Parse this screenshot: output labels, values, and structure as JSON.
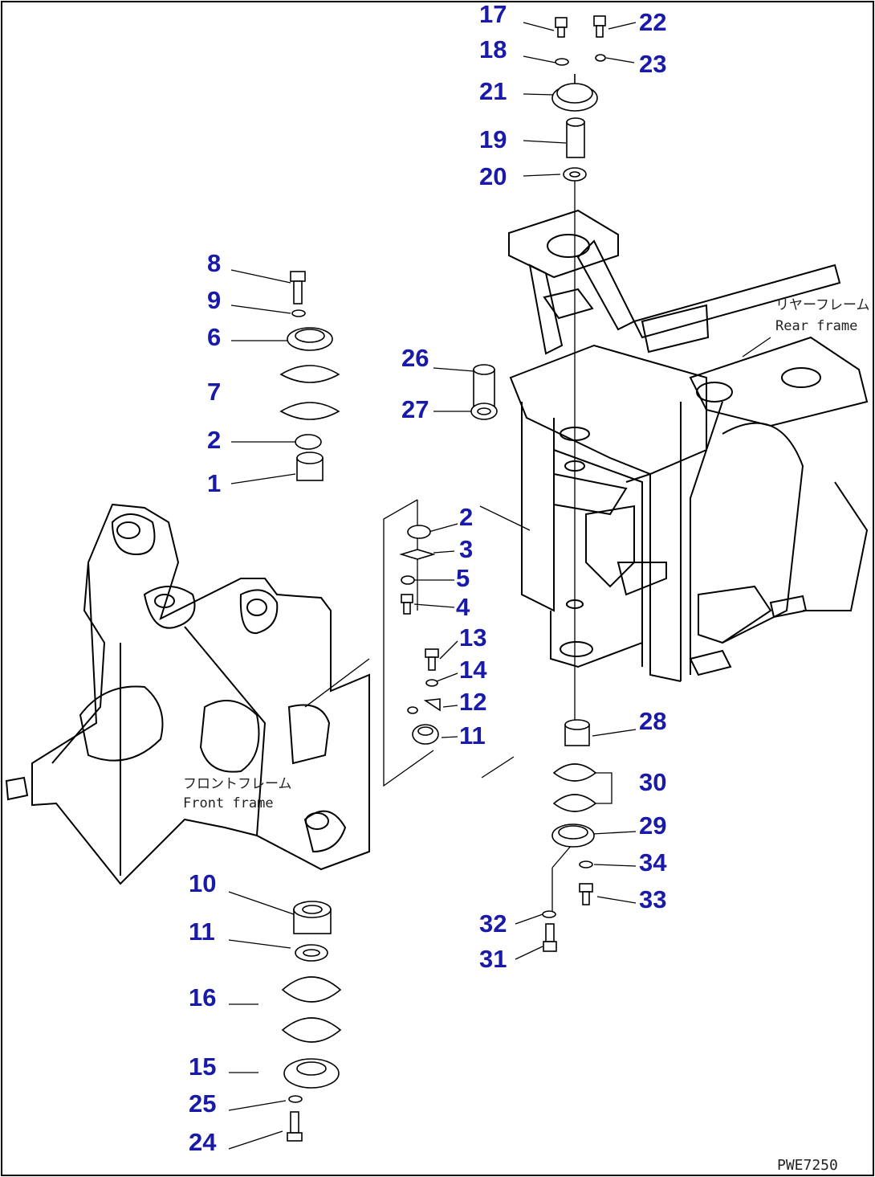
{
  "drawing_code": "PWE7250",
  "frame_labels": {
    "front_jp": "フロントフレーム",
    "front_en": "Front frame",
    "rear_jp": "リヤーフレーム",
    "rear_en": "Rear frame"
  },
  "callouts": {
    "c17": "17",
    "c22": "22",
    "c18": "18",
    "c23": "23",
    "c21": "21",
    "c19": "19",
    "c20": "20",
    "c8": "8",
    "c9": "9",
    "c6": "6",
    "c7": "7",
    "c2a": "2",
    "c1": "1",
    "c26": "26",
    "c27": "27",
    "c2b": "2",
    "c3": "3",
    "c5": "5",
    "c4": "4",
    "c13": "13",
    "c14": "14",
    "c12": "12",
    "c11a": "11",
    "c28": "28",
    "c30": "30",
    "c29": "29",
    "c34": "34",
    "c33": "33",
    "c32": "32",
    "c31": "31",
    "c10": "10",
    "c11b": "11",
    "c16": "16",
    "c15": "15",
    "c25": "25",
    "c24": "24"
  }
}
